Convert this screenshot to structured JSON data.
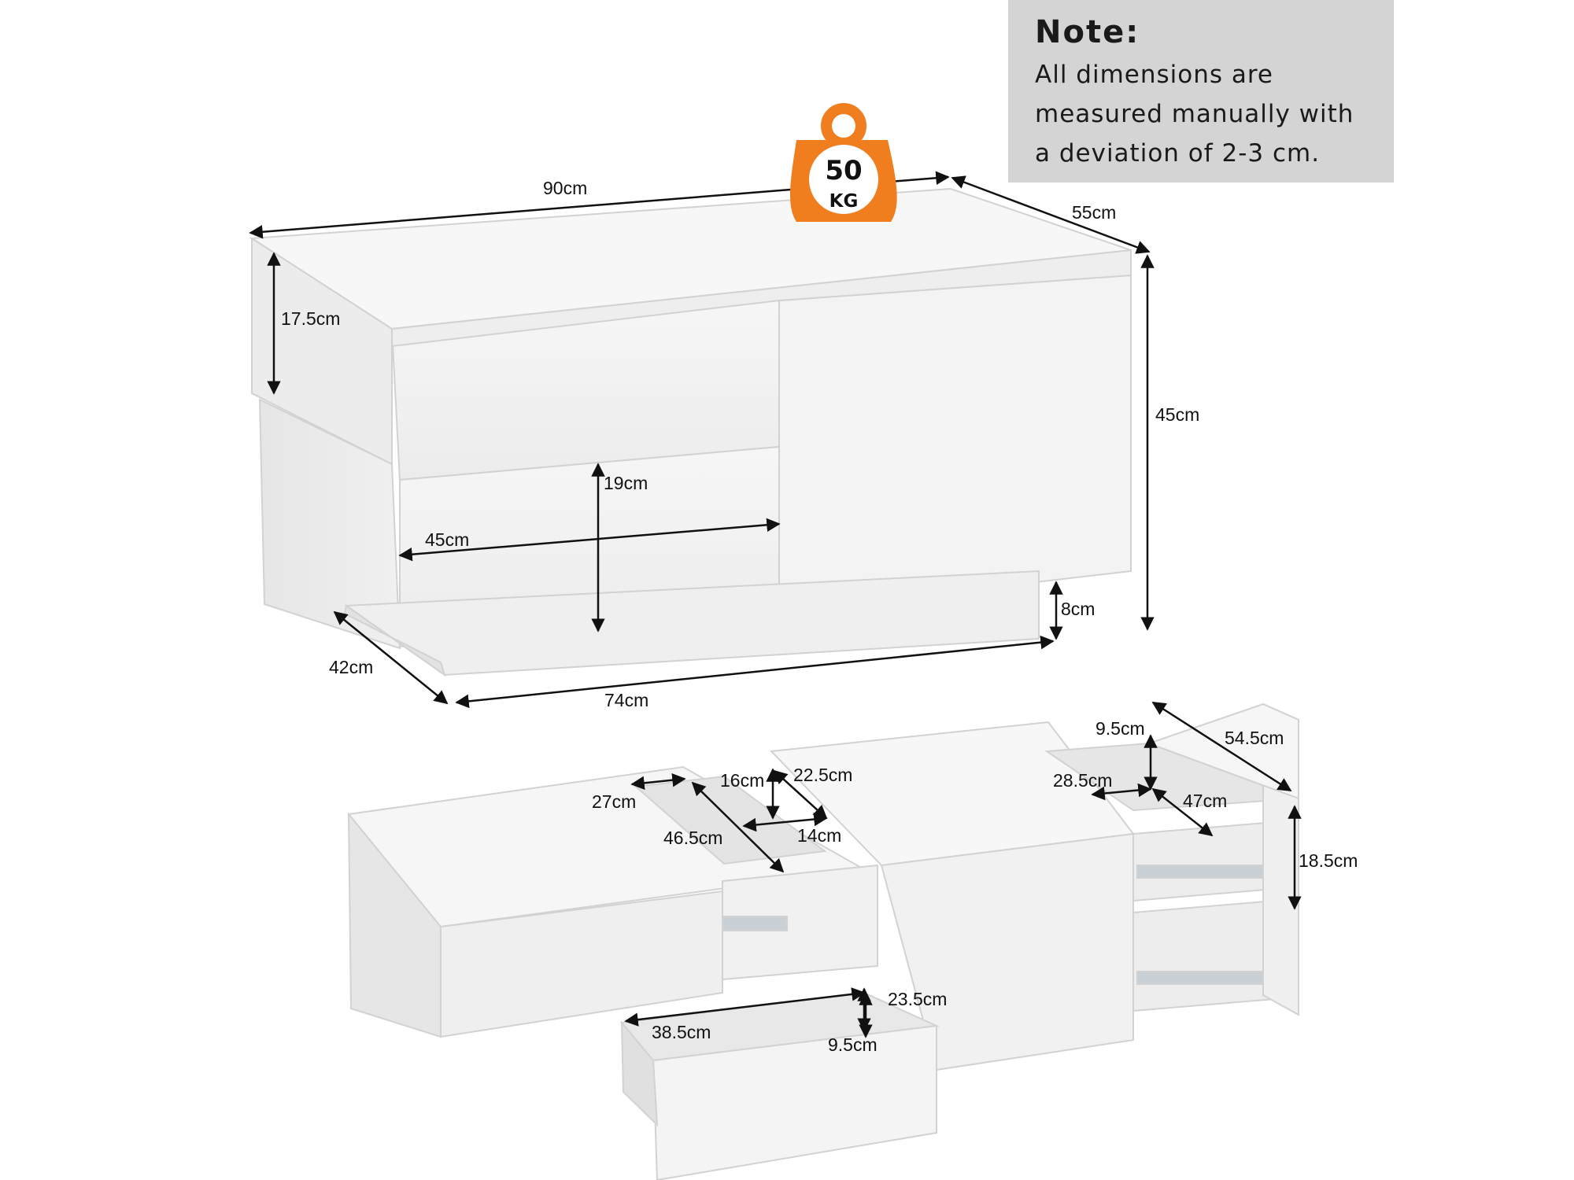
{
  "note": {
    "title": "Note:",
    "lines": [
      "All dimensions are",
      "measured manually with",
      "a deviation of 2-3 cm."
    ]
  },
  "weight_badge": {
    "value": "50",
    "unit": "KG",
    "color": "#f07d1e"
  },
  "dimensions": {
    "width_top": "90cm",
    "depth_top": "55cm",
    "height_total": "45cm",
    "top_drawer_height": "17.5cm",
    "drawer_height": "19cm",
    "drawer_width": "45cm",
    "base_height": "8cm",
    "base_depth": "42cm",
    "base_width": "74cm",
    "shelf_height": "9.5cm",
    "drawer_depth_right": "54.5cm",
    "compartment_width": "28.5cm",
    "compartment_depth": "47cm",
    "side_drawer_height": "18.5cm",
    "tray_width": "27cm",
    "tray_small_width": "16cm",
    "tray_small_depth": "22.5cm",
    "tray_depth": "46.5cm",
    "tray_small_depth_b": "14cm",
    "bottom_drawer_depth": "23.5cm",
    "bottom_drawer_width": "38.5cm",
    "bottom_drawer_height": "9.5cm"
  },
  "colors": {
    "furniture_face": "#f2f2f2",
    "furniture_side": "#e4e4e4",
    "outline": "#cfcfcf",
    "arrow": "#111111"
  }
}
